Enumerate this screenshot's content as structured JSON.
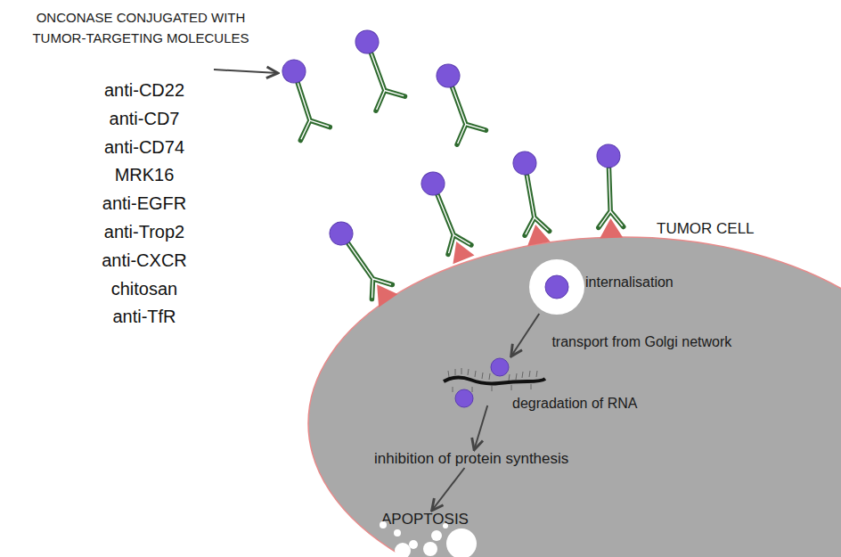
{
  "diagram": {
    "title": "ONCONASE CONJUGATED WITH TUMOR-TARGETING MOLECULES",
    "nodes": [
      {
        "text": [
          "TUMOR CELL"
        ]
      },
      {
        "text": [
          "internalisation"
        ],
        "in": 0
      },
      {
        "text": [
          "degradation of RNA"
        ],
        "in": 0
      },
      {
        "text": [
          "inhibition of protein synthesis"
        ],
        "in": 0
      },
      {
        "text": [
          "APOPTOSIS"
        ],
        "in": 0
      }
    ],
    "edges": [
      {
        "from": 1,
        "to": 2,
        "arrow": "to",
        "label": "transport from Golgi network"
      },
      {
        "from": 2,
        "to": 3,
        "arrow": "to"
      },
      {
        "from": 3,
        "to": 4,
        "arrow": "to"
      }
    ],
    "labels": [
      "anti-CD22",
      "anti-CD7",
      "anti-CD74",
      "MRK16",
      "anti-EGFR",
      "anti-Trop2",
      "anti-CXCR",
      "chitosan",
      "anti-TfR"
    ]
  }
}
